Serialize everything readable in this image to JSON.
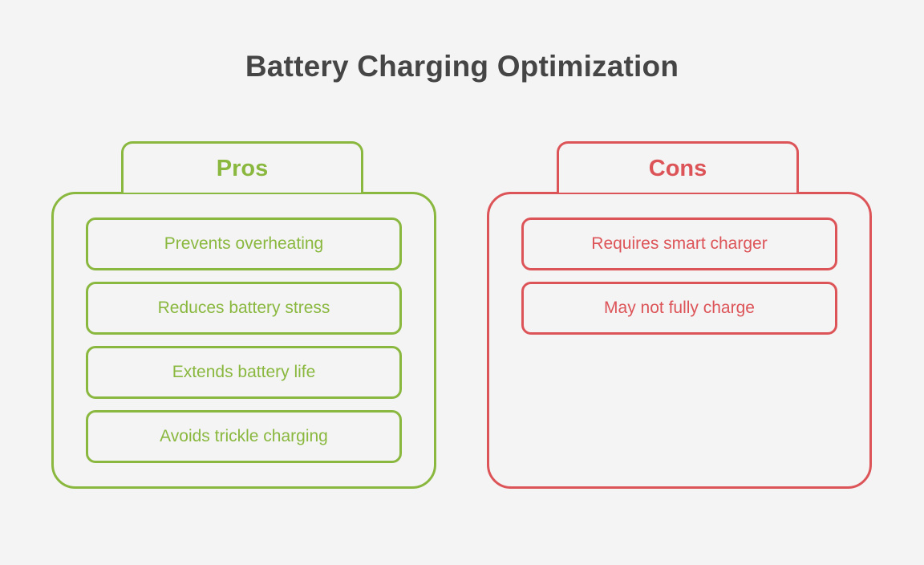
{
  "title": "Battery Charging Optimization",
  "colors": {
    "pros": "#8ab83f",
    "cons": "#dd5458",
    "title": "#454545",
    "background": "#f4f4f4"
  },
  "pros": {
    "heading": "Pros",
    "items": [
      "Prevents overheating",
      "Reduces battery stress",
      "Extends battery life",
      "Avoids trickle charging"
    ]
  },
  "cons": {
    "heading": "Cons",
    "items": [
      "Requires smart charger",
      "May not fully charge"
    ]
  }
}
